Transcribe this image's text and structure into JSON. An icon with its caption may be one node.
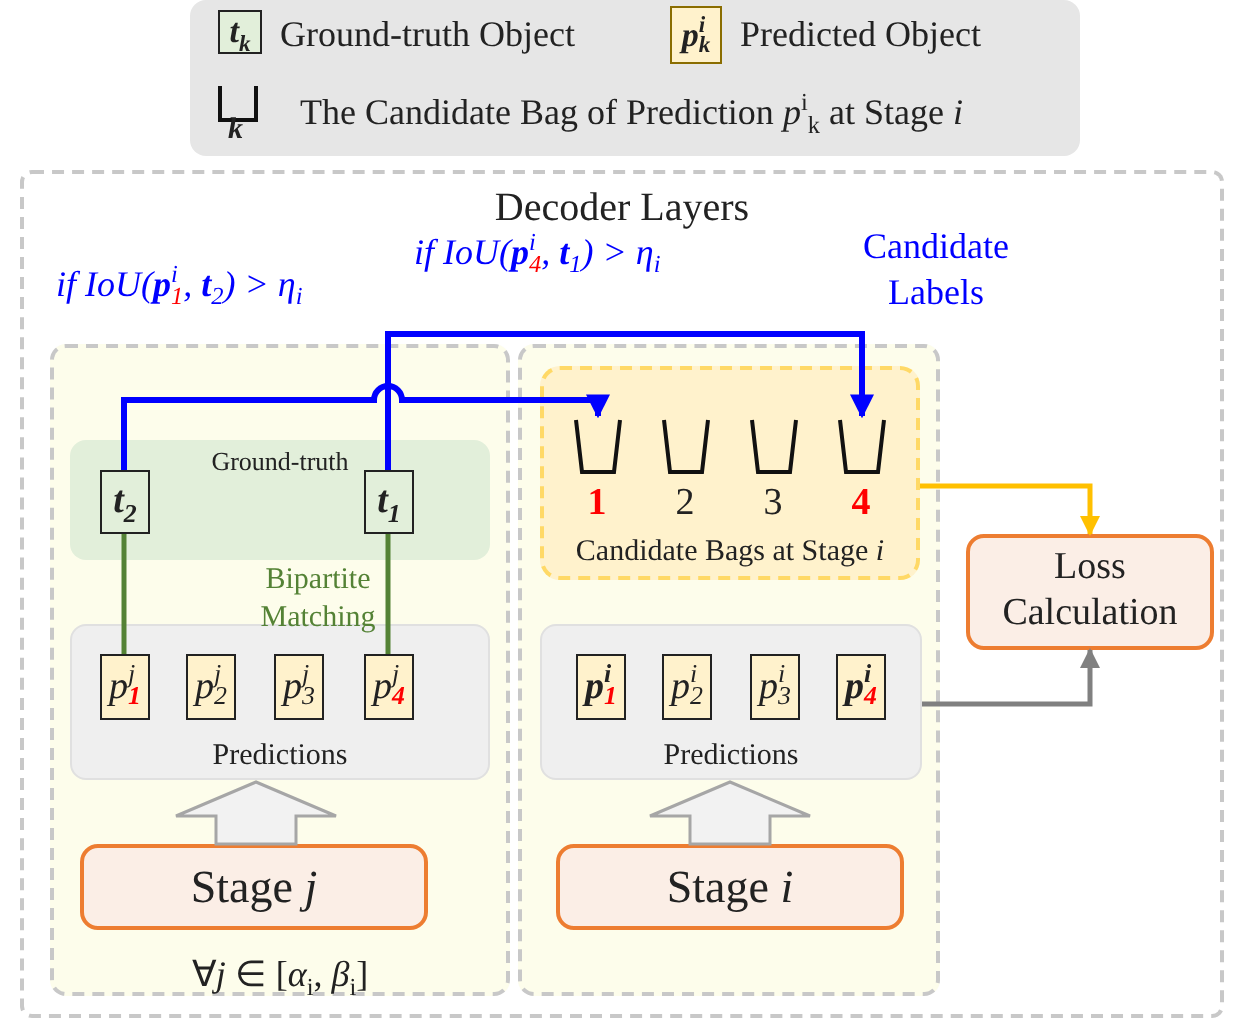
{
  "diagram": {
    "nodes": [
      {
        "text": [
          "Decoder Layers"
        ]
      },
      {
        "text": [
          "∀*j* ∈ [*α*$_{i}$, *β*$_{i}$]"
        ],
        "in": 0
      },
      {
        "text": [
          "Ground-truth"
        ],
        "in": 1
      },
      {
        "text": [
          "t$_{2}$"
        ],
        "in": 2
      },
      {
        "text": [
          "t$_{1}$"
        ],
        "in": 2
      },
      {
        "text": [
          "Predictions"
        ],
        "in": 1
      },
      {
        "text": [
          "p$^{j}$$_{1}$"
        ],
        "in": 5
      },
      {
        "text": [
          "p$^{j}$$_{2}$"
        ],
        "in": 5
      },
      {
        "text": [
          "p$^{j}$$_{3}$"
        ],
        "in": 5
      },
      {
        "text": [
          "p$^{j}$$_{4}$"
        ],
        "in": 5
      },
      {
        "text": [
          "Stage *j*"
        ],
        "in": 1
      },
      {
        "text": [],
        "shape": "box",
        "in": 0
      },
      {
        "text": [
          "Candidate Bags at Stage *i*"
        ],
        "in": 11
      },
      {
        "text": [
          "1"
        ],
        "in": 12
      },
      {
        "text": [
          "2"
        ],
        "in": 12
      },
      {
        "text": [
          "3"
        ],
        "in": 12
      },
      {
        "text": [
          "4"
        ],
        "in": 12
      },
      {
        "text": [
          "Predictions"
        ],
        "in": 11
      },
      {
        "text": [
          "p$^{i}$$_{1}$"
        ],
        "in": 17
      },
      {
        "text": [
          "p$^{i}$$_{2}$"
        ],
        "in": 17
      },
      {
        "text": [
          "p$^{i}$$_{3}$"
        ],
        "in": 17
      },
      {
        "text": [
          "p$^{i}$$_{4}$"
        ],
        "in": 17
      },
      {
        "text": [
          "Stage *i*"
        ],
        "in": 11
      },
      {
        "text": [
          "Loss Calculation"
        ],
        "in": 0
      }
    ],
    "edges": [
      {
        "from": 3,
        "to": 6,
        "arrow": "none",
        "color": "#548235"
      },
      {
        "from": 4,
        "to": 9,
        "arrow": "none",
        "color": "#548235"
      },
      {
        "from": 3,
        "to": 13,
        "arrow": "to",
        "color": "#0000ff",
        "label": "if IoU(**p**$^{i}$$_{1}$, **t**$_{2}$) > η$_{i}$"
      },
      {
        "from": 4,
        "to": 16,
        "arrow": "to",
        "color": "#0000ff",
        "label": "if IoU(**p**$^{i}$$_{4}$, **t**$_{1}$) > η$_{i}$"
      },
      {
        "from": 12,
        "to": 23,
        "arrow": "to",
        "color": "#ffc000"
      },
      {
        "from": 17,
        "to": 23,
        "arrow": "to",
        "color": "#808080"
      },
      {
        "from": 10,
        "to": 5,
        "arrow": "to",
        "style": "thick",
        "color": "#a6a6a6"
      },
      {
        "from": 22,
        "to": 17,
        "arrow": "to",
        "style": "thick",
        "color": "#a6a6a6"
      }
    ],
    "labels": [
      "t$_{k}$",
      "p$^{i}$$_{k}$",
      "k",
      "Candidate Labels",
      "Bipartite Matching"
    ],
    "legend": [
      {
        "text": "Ground-truth Object"
      },
      {
        "text": "Predicted Object"
      },
      {
        "text": "The Candidate Bag of Prediction *p*$^{i}$$_{k}$ at Stage *i*"
      }
    ]
  }
}
